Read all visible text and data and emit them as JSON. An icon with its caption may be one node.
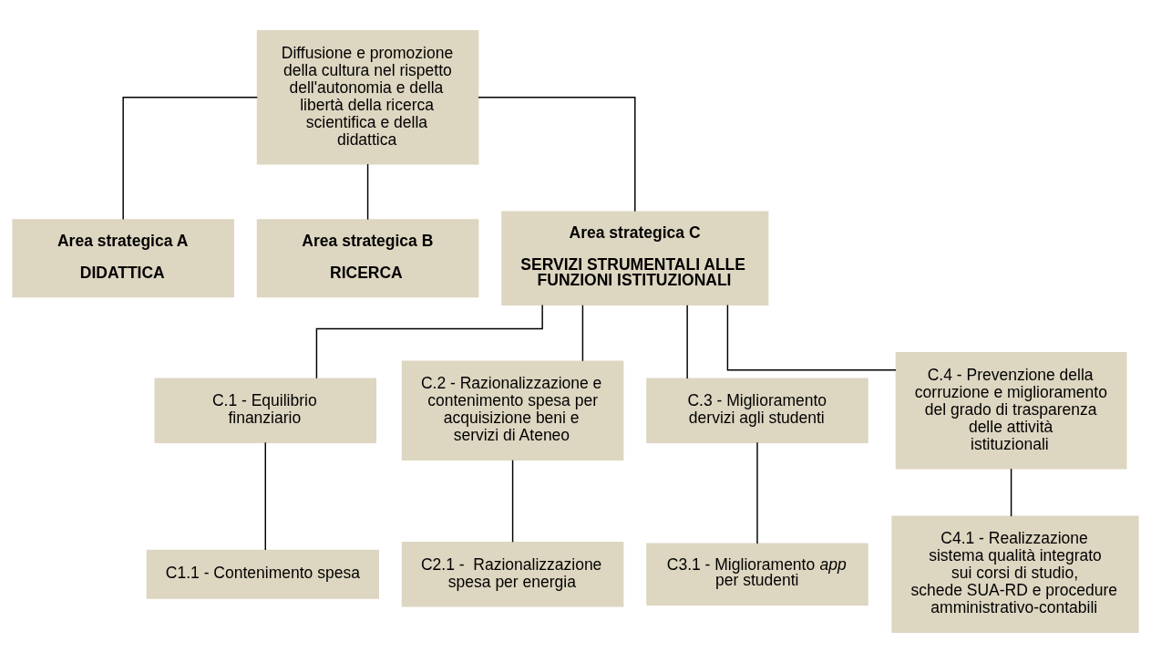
{
  "diagram": {
    "nodes": [
      {
        "text": [
          "Diffusione e promozione della cultura nel rispetto dell'autonomia e della libertà della ricerca scientifica e della didattica"
        ]
      },
      {
        "text": [
          "Area strategica A",
          "DIDATTICA"
        ]
      },
      {
        "text": [
          "Area strategica B",
          "RICERCA"
        ]
      },
      {
        "text": [
          "Area strategica C",
          "SERVIZI STRUMENTALI ALLE FUNZIONI ISTITUZIONALI"
        ]
      },
      {
        "text": [
          "C.1 - Equilibrio finanziario"
        ]
      },
      {
        "text": [
          "C.2 - Razionalizzazione e contenimento spesa per acquisizione beni e servizi di Ateneo"
        ]
      },
      {
        "text": [
          "C.3 - Miglioramento dervizi agli studenti"
        ]
      },
      {
        "text": [
          "C.4 - Prevenzione della corruzione e miglioramento del grado di trasparenza delle attività istituzionali"
        ]
      },
      {
        "text": [
          "C1.1 - Contenimento spesa"
        ]
      },
      {
        "text": [
          "C2.1 -  Razionalizzazione spesa per energia"
        ]
      },
      {
        "text": [
          "C3.1 - Miglioramento *app* per studenti"
        ]
      },
      {
        "text": [
          "C4.1 - Realizzazione sistema qualità integrato sui corsi di studio, schede SUA-RD e procedure amministrativo-contabili"
        ]
      }
    ],
    "edges": [
      {
        "from": 0,
        "to": 1,
        "arrow": "none"
      },
      {
        "from": 0,
        "to": 2,
        "arrow": "none"
      },
      {
        "from": 0,
        "to": 3,
        "arrow": "none"
      },
      {
        "from": 3,
        "to": 4,
        "arrow": "none"
      },
      {
        "from": 3,
        "to": 5,
        "arrow": "none"
      },
      {
        "from": 3,
        "to": 6,
        "arrow": "none"
      },
      {
        "from": 3,
        "to": 7,
        "arrow": "none"
      },
      {
        "from": 4,
        "to": 8,
        "arrow": "none"
      },
      {
        "from": 5,
        "to": 9,
        "arrow": "none"
      },
      {
        "from": 6,
        "to": 10,
        "arrow": "none"
      },
      {
        "from": 7,
        "to": 11,
        "arrow": "none"
      }
    ]
  }
}
